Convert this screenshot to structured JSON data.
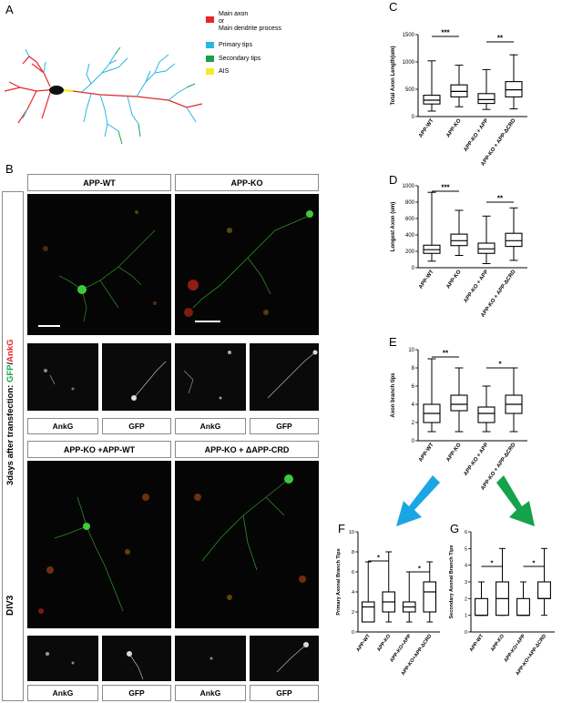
{
  "panel_a": {
    "label": "A",
    "legend": [
      {
        "color": "#e8262a",
        "text": "Main axon\nor\nMain dendrite process"
      },
      {
        "color": "#2bb5e6",
        "text": "Primary tips"
      },
      {
        "color": "#14a24a",
        "text": "Secondary tips"
      },
      {
        "color": "#f2ec2a",
        "text": "AIS"
      }
    ]
  },
  "panel_b": {
    "label": "B",
    "side_label": "DIV3",
    "side_label_prefix": "3days after transfection: ",
    "side_gfp": "GFP",
    "side_slash": "/",
    "side_ankg": "AnkG",
    "conditions": [
      "APP-WT",
      "APP-KO",
      "APP-KO +APP-WT",
      "APP-KO + ΔAPP-CRD"
    ],
    "channel_labels": [
      "AnkG",
      "GFP",
      "AnkG",
      "GFP"
    ]
  },
  "colors": {
    "box": "#000000",
    "legend_red": "#e8262a",
    "legend_cyan": "#2bb5e6",
    "legend_green": "#14a24a",
    "legend_yellow": "#f2ec2a",
    "arrow_blue": "#1aa6e4",
    "arrow_green": "#14a24a"
  },
  "chart_data": [
    {
      "panel": "C",
      "type": "box",
      "ylabel": "Total Axon Length(um)",
      "ylim": [
        0,
        1500
      ],
      "yticks": [
        "0",
        "500",
        "1000",
        "1500"
      ],
      "categories": [
        "APP-WT",
        "APP-KO",
        "APP-KO + APP",
        "APP-KO + APP-ΔCRD"
      ],
      "boxes": [
        {
          "min": 100,
          "q1": 230,
          "median": 300,
          "q3": 390,
          "max": 1020
        },
        {
          "min": 180,
          "q1": 360,
          "median": 460,
          "q3": 580,
          "max": 940
        },
        {
          "min": 130,
          "q1": 240,
          "median": 310,
          "q3": 420,
          "max": 860
        },
        {
          "min": 140,
          "q1": 360,
          "median": 490,
          "q3": 640,
          "max": 1130
        }
      ],
      "significance": [
        {
          "from": 0,
          "to": 1,
          "label": "***"
        },
        {
          "from": 2,
          "to": 3,
          "label": "**"
        }
      ]
    },
    {
      "panel": "D",
      "type": "box",
      "ylabel": "Longest Axon (um)",
      "ylim": [
        0,
        1000
      ],
      "yticks": [
        "0",
        "200",
        "400",
        "600",
        "800",
        "1000"
      ],
      "categories": [
        "APP-WT",
        "APP-KO",
        "APP-KO + APP",
        "APP-KO + APP-ΔCRD"
      ],
      "boxes": [
        {
          "min": 80,
          "q1": 175,
          "median": 220,
          "q3": 275,
          "max": 920
        },
        {
          "min": 150,
          "q1": 270,
          "median": 330,
          "q3": 410,
          "max": 700
        },
        {
          "min": 50,
          "q1": 175,
          "median": 230,
          "q3": 300,
          "max": 630
        },
        {
          "min": 90,
          "q1": 260,
          "median": 330,
          "q3": 420,
          "max": 730
        }
      ],
      "significance": [
        {
          "from": 0,
          "to": 1,
          "label": "***"
        },
        {
          "from": 2,
          "to": 3,
          "label": "**"
        }
      ]
    },
    {
      "panel": "E",
      "type": "box",
      "ylabel": "Axon branch tips",
      "ylim": [
        0,
        10
      ],
      "yticks": [
        "0",
        "2",
        "4",
        "6",
        "8",
        "10"
      ],
      "categories": [
        "APP-WT",
        "APP-KO",
        "APP-KO + APP",
        "APP-KO + APP-ΔCRD"
      ],
      "boxes": [
        {
          "min": 1,
          "q1": 2,
          "median": 3,
          "q3": 4,
          "max": 9
        },
        {
          "min": 1,
          "q1": 3.3,
          "median": 4,
          "q3": 5,
          "max": 8
        },
        {
          "min": 1,
          "q1": 2,
          "median": 3,
          "q3": 3.7,
          "max": 6
        },
        {
          "min": 1,
          "q1": 3,
          "median": 4,
          "q3": 5,
          "max": 8
        }
      ],
      "significance": [
        {
          "from": 0,
          "to": 1,
          "label": "**"
        },
        {
          "from": 2,
          "to": 3,
          "label": "*"
        }
      ]
    },
    {
      "panel": "F",
      "type": "box",
      "ylabel": "Primary Axonal Branch Tips",
      "ylim": [
        0,
        10
      ],
      "yticks": [
        "0",
        "2",
        "4",
        "6",
        "8",
        "10"
      ],
      "categories": [
        "APP-WT",
        "APP-KO",
        "APP-KO+APP",
        "APP-KO+APP-ΔCRD"
      ],
      "boxes": [
        {
          "min": 1,
          "q1": 1,
          "median": 2.5,
          "q3": 3,
          "max": 7
        },
        {
          "min": 1,
          "q1": 2,
          "median": 3,
          "q3": 4,
          "max": 8
        },
        {
          "min": 1,
          "q1": 2,
          "median": 2.5,
          "q3": 3,
          "max": 6
        },
        {
          "min": 1,
          "q1": 2,
          "median": 4,
          "q3": 5,
          "max": 7
        }
      ],
      "significance": [
        {
          "from": 0,
          "to": 1,
          "label": "*"
        },
        {
          "from": 2,
          "to": 3,
          "label": "*"
        }
      ]
    },
    {
      "panel": "G",
      "type": "box",
      "ylabel": "Secondary Axonal Branch Tips",
      "ylim": [
        0,
        6
      ],
      "yticks": [
        "0",
        "1",
        "2",
        "3",
        "4",
        "5",
        "6"
      ],
      "categories": [
        "APP-WT",
        "APP-KO",
        "APP-KO+APP",
        "APP-KO+APP-ΔCRD"
      ],
      "boxes": [
        {
          "min": 1,
          "q1": 1,
          "median": 1,
          "q3": 2,
          "max": 3
        },
        {
          "min": 1,
          "q1": 1,
          "median": 2,
          "q3": 3,
          "max": 5
        },
        {
          "min": 1,
          "q1": 1,
          "median": 1,
          "q3": 2,
          "max": 3
        },
        {
          "min": 1,
          "q1": 2,
          "median": 2,
          "q3": 3,
          "max": 5
        }
      ],
      "significance": [
        {
          "from": 0,
          "to": 1,
          "label": "*"
        },
        {
          "from": 2,
          "to": 3,
          "label": "*"
        }
      ]
    }
  ]
}
